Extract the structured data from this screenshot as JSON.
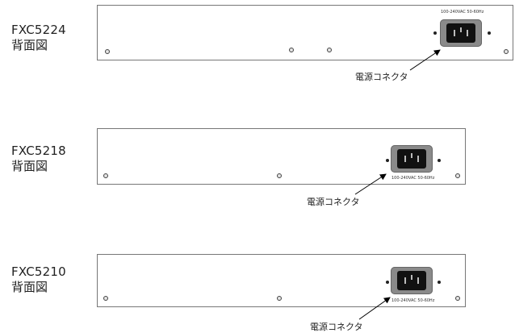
{
  "panels": [
    {
      "model": "FXC5224",
      "view_title": "背面図",
      "rating": "100-240VAC 50-60Hz",
      "connector_label": "電源コネクタ"
    },
    {
      "model": "FXC5218",
      "view_title": "背面図",
      "rating": "100-240VAC 50-60Hz",
      "connector_label": "電源コネクタ"
    },
    {
      "model": "FXC5210",
      "view_title": "背面図",
      "rating": "100-240VAC 50-60Hz",
      "connector_label": "電源コネクタ"
    }
  ]
}
